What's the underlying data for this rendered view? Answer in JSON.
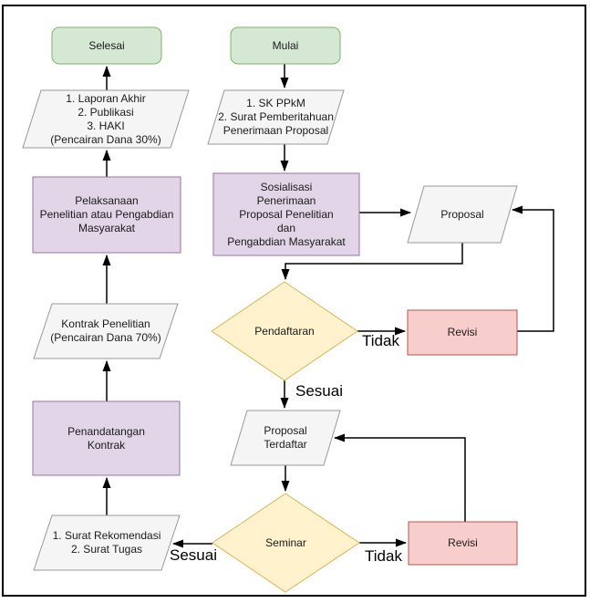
{
  "diagram": {
    "nodes": {
      "selesai": {
        "label": "Selesai",
        "shape": "terminator"
      },
      "mulai": {
        "label": "Mulai",
        "shape": "terminator"
      },
      "laporan": {
        "label": "1. Laporan Akhir\n2. Publikasi\n3. HAKI\n(Pencairan Dana 30%)",
        "shape": "data"
      },
      "sk_ppkm": {
        "label": "1. SK PPkM\n2. Surat Pemberitahuan\nPenerimaan Proposal",
        "shape": "data"
      },
      "pelaksanaan": {
        "label": "Pelaksanaan\nPenelitian atau Pengabdian\nMasyarakat",
        "shape": "process"
      },
      "sosialisasi": {
        "label": "Sosialisasi\nPenerimaan\nProposal Penelitian\ndan\nPengabdian Masyarakat",
        "shape": "process"
      },
      "proposal": {
        "label": "Proposal",
        "shape": "data"
      },
      "pendaftaran": {
        "label": "Pendaftaran",
        "shape": "decision"
      },
      "revisi_1": {
        "label": "Revisi",
        "shape": "process"
      },
      "proposal_terdaftar": {
        "label": "Proposal\nTerdaftar",
        "shape": "data"
      },
      "kontrak_penelitian": {
        "label": "Kontrak Penelitian\n(Pencairan Dana 70%)",
        "shape": "data"
      },
      "penandatangan": {
        "label": "Penandatangan\nKontrak",
        "shape": "process"
      },
      "surat": {
        "label": "1. Surat Rekomendasi\n2. Surat Tugas",
        "shape": "data"
      },
      "seminar": {
        "label": "Seminar",
        "shape": "decision"
      },
      "revisi_2": {
        "label": "Revisi",
        "shape": "process"
      }
    },
    "edge_labels": {
      "pendaftaran_tidak": "Tidak",
      "pendaftaran_sesuai": "Sesuai",
      "seminar_tidak": "Tidak",
      "seminar_sesuai": "Sesuai"
    },
    "colors": {
      "terminator_fill": "#d5e8d4",
      "terminator_stroke": "#82b366",
      "process_fill": "#e1d5e7",
      "process_stroke": "#9673a6",
      "data_fill": "#f5f5f5",
      "data_stroke": "#999999",
      "decision_fill": "#fff2cc",
      "decision_stroke": "#d6b656",
      "revision_fill": "#f8cecc",
      "revision_stroke": "#b85450",
      "edge": "#000000"
    }
  }
}
